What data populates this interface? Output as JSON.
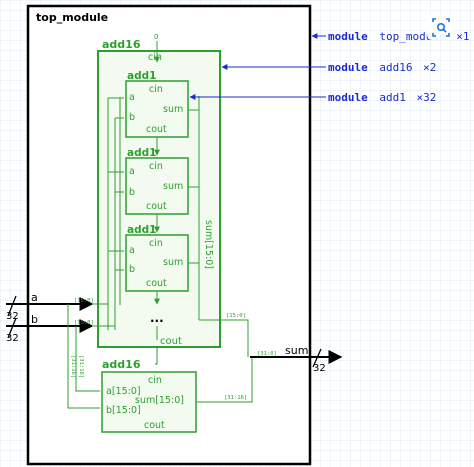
{
  "colors": {
    "grid": "#dbe9f7",
    "frame": "#000000",
    "green": "#2f9e2f",
    "green_fill": "#f3fbf1",
    "blue": "#1a2bd1",
    "text": "#000000"
  },
  "top": {
    "title": "top_module"
  },
  "add16_top": {
    "title": "add16",
    "cin_value": "0",
    "cin": "cin",
    "cout": "cout",
    "sum_bus": "sum[15:0]",
    "ellipsis": "..."
  },
  "add1_blocks": [
    {
      "title": "add1",
      "a": "a",
      "b": "b",
      "cin": "cin",
      "sum": "sum",
      "cout": "cout"
    },
    {
      "title": "add1",
      "a": "a",
      "b": "b",
      "cin": "cin",
      "sum": "sum",
      "cout": "cout"
    },
    {
      "title": "add1",
      "a": "a",
      "b": "b",
      "cin": "cin",
      "sum": "sum",
      "cout": "cout"
    }
  ],
  "add16_bottom": {
    "title": "add16",
    "cin": "cin",
    "a": "a[15:0]",
    "b": "b[15:0]",
    "sum": "sum[15:0]",
    "cout": "cout"
  },
  "ports": {
    "a": "a",
    "b": "b",
    "a_width": "32",
    "b_width": "32",
    "sum": "sum",
    "sum_width": "32"
  },
  "bus_labels": {
    "a_low": "[15:0]",
    "b_low": "[15:0]",
    "a_high": "[31:16]",
    "b_high": "[31:16]",
    "sum_low": "[15:0]",
    "sum_high": "[31:16]",
    "sum_all": "[31:0]"
  },
  "legend": [
    {
      "keyword": "module",
      "name": "top_module",
      "count": "×1"
    },
    {
      "keyword": "module",
      "name": "add16",
      "count": "×2"
    },
    {
      "keyword": "module",
      "name": "add1",
      "count": "×32"
    }
  ],
  "icons": {
    "corner": "scan-icon"
  }
}
